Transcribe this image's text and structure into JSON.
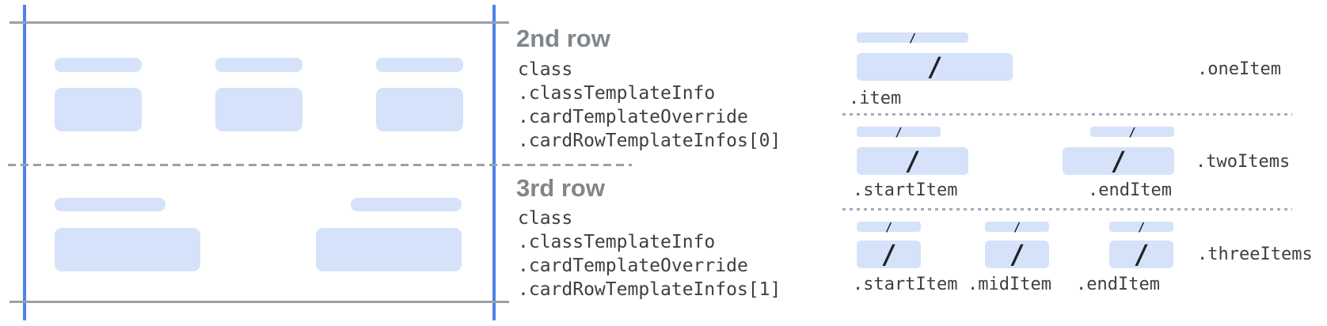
{
  "colors": {
    "field_fill": "#d5e2fa",
    "card_edge_blue": "#4c82ef",
    "line_gray": "#9aa0a6",
    "heading_gray": "#80868b",
    "code_text": "#3c4043",
    "slash_dark": "#202124"
  },
  "rows": [
    {
      "heading": "2nd row",
      "code_lines": [
        "class",
        ".classTemplateInfo",
        ".cardTemplateOverride",
        ".cardRowTemplateInfos[0]"
      ]
    },
    {
      "heading": "3rd row",
      "code_lines": [
        "class",
        ".classTemplateInfo",
        ".cardTemplateOverride",
        ".cardRowTemplateInfos[1]"
      ]
    }
  ],
  "legend": {
    "slash": "/",
    "sections": [
      {
        "name": ".oneItem",
        "item_labels": [
          ".item"
        ]
      },
      {
        "name": ".twoItems",
        "item_labels": [
          ".startItem",
          ".endItem"
        ]
      },
      {
        "name": ".threeItems",
        "item_labels": [
          ".startItem",
          ".midItem",
          ".endItem"
        ]
      }
    ]
  }
}
